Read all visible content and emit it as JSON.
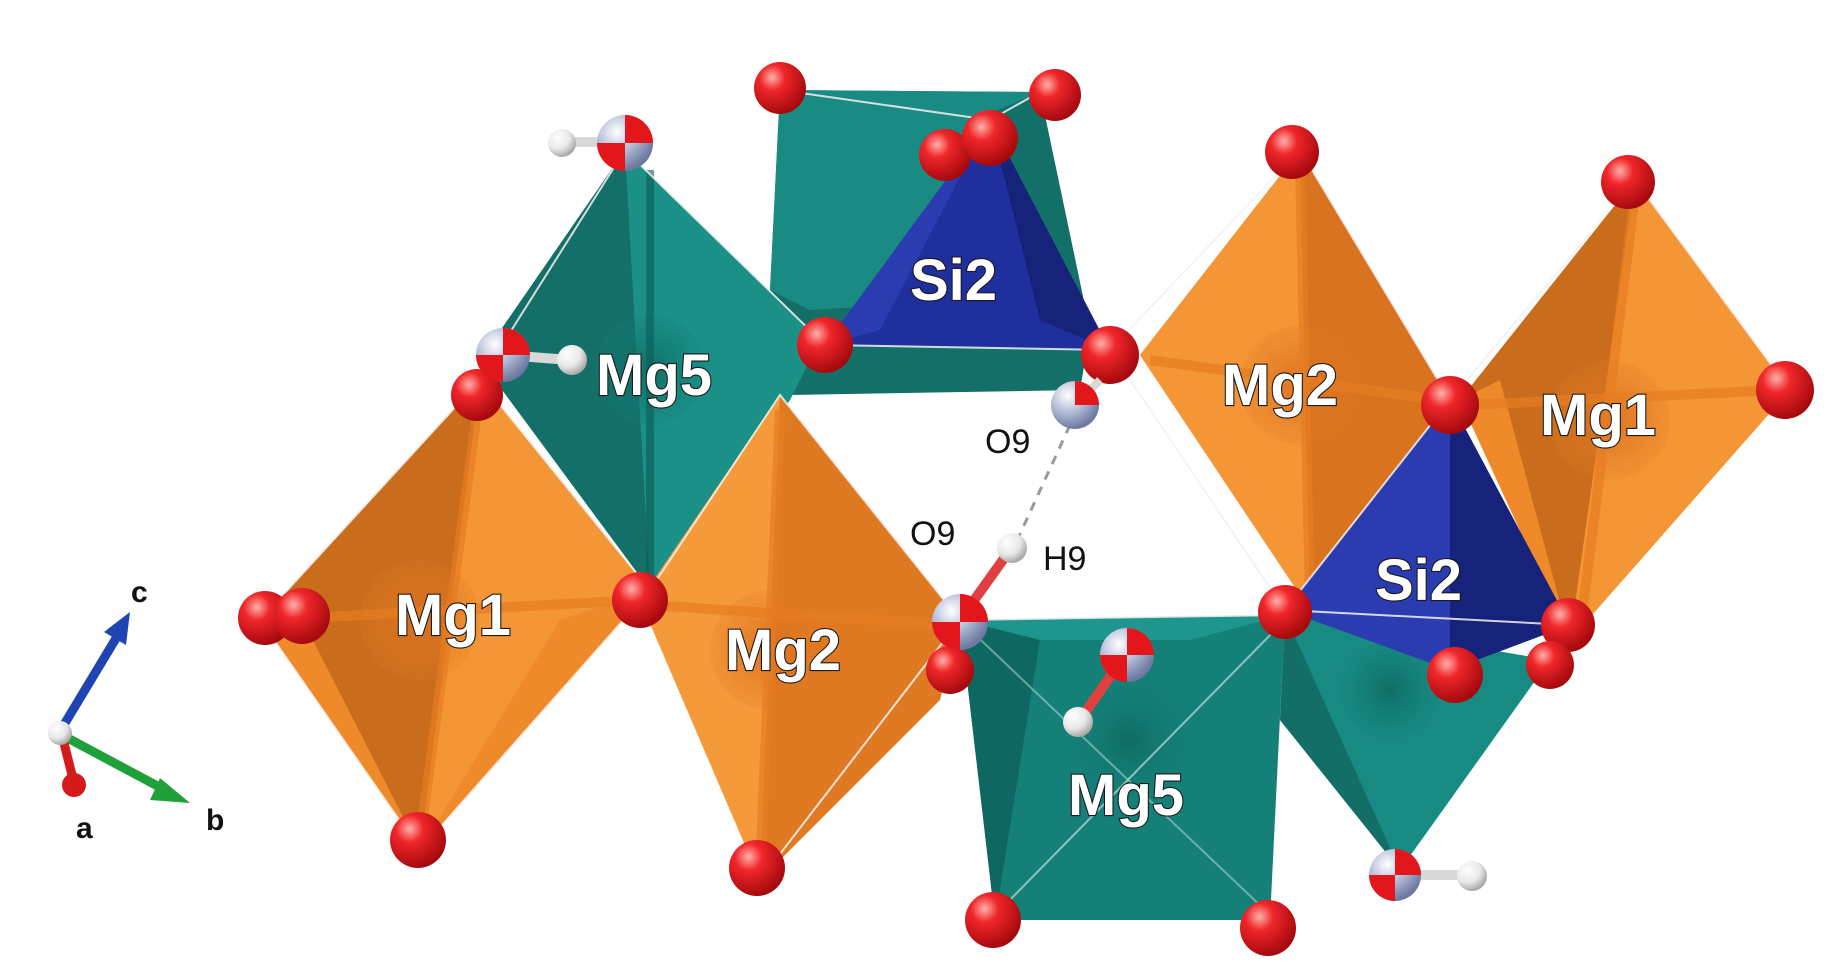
{
  "structure": {
    "colors": {
      "mg_octahedron_orange": "#f08a2c",
      "mg_octahedron_teal": "#17877f",
      "si_tetrahedron_blue": "#1e2c96",
      "oxygen_red": "#e3161b",
      "hydrogen_white": "#f2f2f2",
      "hydroxyl_blue_grey": "#8e9bbf"
    },
    "labels": {
      "mg5_top": "Mg5",
      "si2_top": "Si2",
      "mg2_right": "Mg2",
      "mg1_right": "Mg1",
      "si2_right": "Si2",
      "mg1_left": "Mg1",
      "mg2_left": "Mg2",
      "mg5_bottom": "Mg5",
      "o9_upper": "O9",
      "o9_lower": "O9",
      "h9": "H9"
    },
    "axes": {
      "a": "a",
      "b": "b",
      "c": "c"
    }
  }
}
